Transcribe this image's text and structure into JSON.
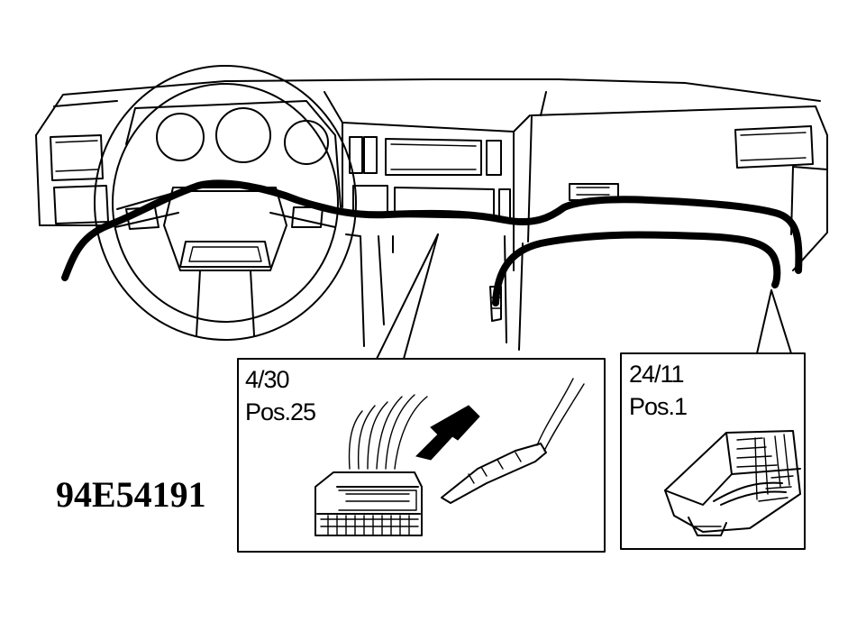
{
  "figure_ref": "94E54191",
  "callouts": [
    {
      "line1": "4/30",
      "line2": "Pos.25"
    },
    {
      "line1": "24/11",
      "line2": "Pos.1"
    }
  ],
  "colors": {
    "ink": "#000000",
    "paper": "#ffffff"
  }
}
